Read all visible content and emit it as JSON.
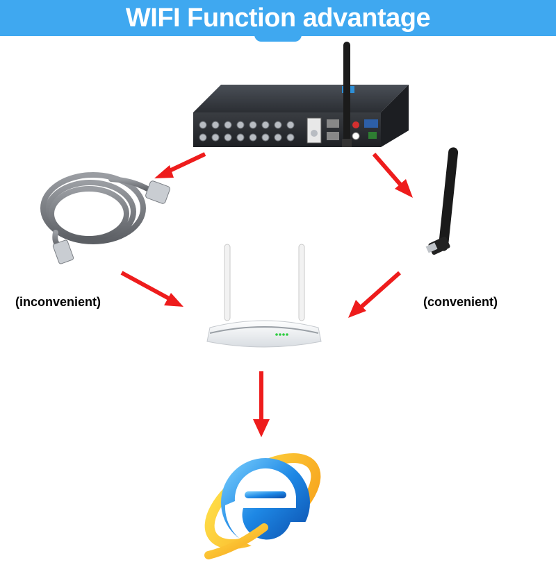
{
  "header": {
    "title": "WIFI Function advantage"
  },
  "labels": {
    "left": "(inconvenient)",
    "right": "(convenient)"
  },
  "colors": {
    "header_bg": "#3fa8f0",
    "arrow": "#ee1c1c",
    "title_text": "#ffffff"
  },
  "icons": {
    "dvr": "dvr-recorder-icon",
    "cable": "ethernet-cable-icon",
    "antenna": "usb-wifi-antenna-icon",
    "router": "wireless-router-icon",
    "browser": "internet-explorer-icon"
  }
}
